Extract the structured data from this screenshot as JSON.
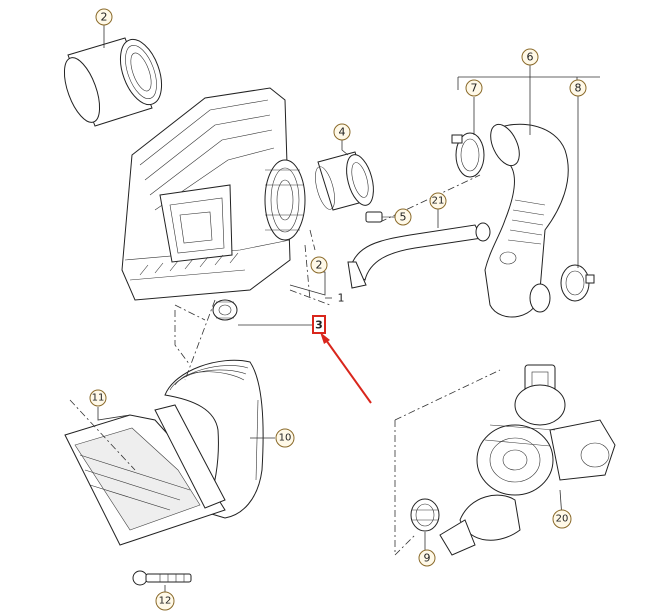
{
  "callouts": {
    "c2_top": "2",
    "c4": "4",
    "c5": "5",
    "c6": "6",
    "c7": "7",
    "c8": "8",
    "c21": "21",
    "c2_mid": "2",
    "c1": "1",
    "c3": "3",
    "c11": "11",
    "c10": "10",
    "c20": "20",
    "c9": "9",
    "c12": "12"
  },
  "highlight_color": "#d9261c",
  "callout_fill": "#fff9e8"
}
